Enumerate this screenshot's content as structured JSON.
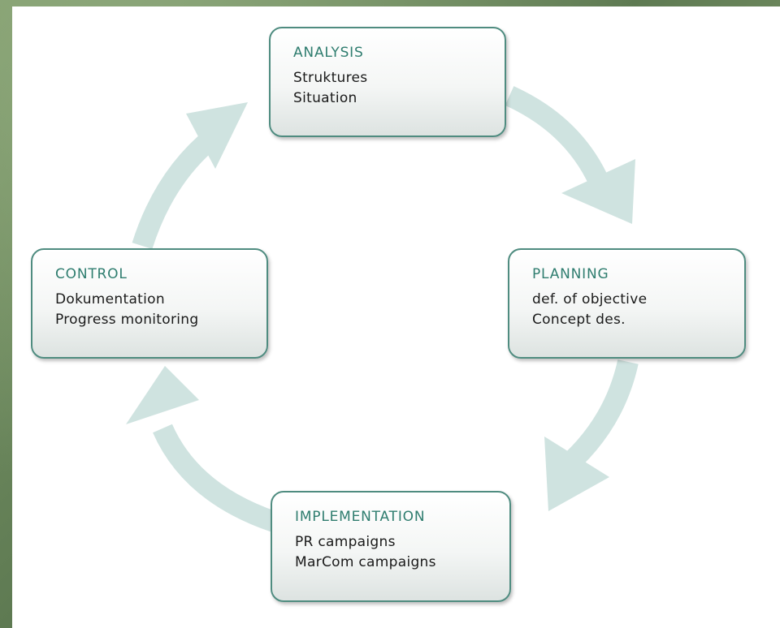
{
  "stages": {
    "analysis": {
      "heading": "ANALYSIS",
      "line1": "Struktures",
      "line2": "Situation"
    },
    "planning": {
      "heading": "PLANNING",
      "line1": "def. of objective",
      "line2": "Concept des."
    },
    "implementation": {
      "heading": "IMPLEMENTATION",
      "line1": "PR campaigns",
      "line2": "MarCom campaigns"
    },
    "control": {
      "heading": "CONTROL",
      "line1": "Dokumentation",
      "line2": "Progress monitoring"
    }
  },
  "colors": {
    "background": "#6f8a5e",
    "canvas": "#ffffff",
    "box_border": "#4f8c80",
    "heading_text": "#2f7d6f",
    "body_text": "#1a1a1a",
    "arrow": "#cfe3e0"
  }
}
